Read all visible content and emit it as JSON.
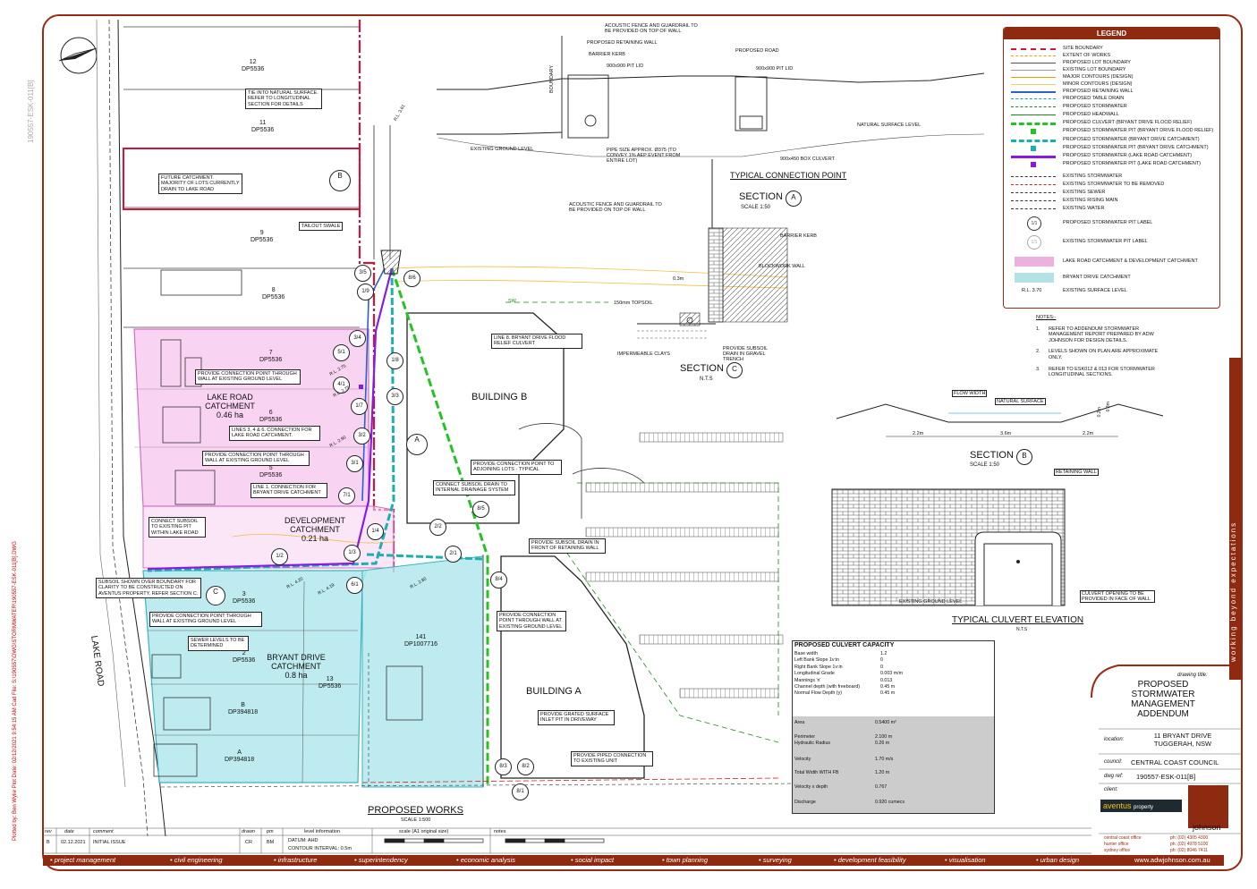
{
  "plan": {
    "lots": [
      {
        "num": "12",
        "dp": "DP5536"
      },
      {
        "num": "11",
        "dp": "DP5536"
      },
      {
        "num": "9",
        "dp": "DP5536"
      },
      {
        "num": "8",
        "dp": "DP5536"
      },
      {
        "num": "7",
        "dp": "DP5536"
      },
      {
        "num": "6",
        "dp": "DP5536"
      },
      {
        "num": "5",
        "dp": "DP5536"
      },
      {
        "num": "3",
        "dp": "DP5536"
      },
      {
        "num": "2",
        "dp": "DP5536"
      },
      {
        "num": "13",
        "dp": "DP5536"
      },
      {
        "num": "B",
        "dp": "DP394818"
      },
      {
        "num": "A",
        "dp": "DP394818"
      },
      {
        "num": "141",
        "dp": "DP1007716"
      }
    ],
    "catchments": {
      "lake_road": {
        "name": "LAKE ROAD CATCHMENT",
        "area": "0.46 ha"
      },
      "development": {
        "name": "DEVELOPMENT CATCHMENT",
        "area": "0.21 ha"
      },
      "bryant_drive": {
        "name": "BRYANT DRIVE CATCHMENT",
        "area": "0.8 ha"
      }
    },
    "buildings": {
      "b": "BUILDING B",
      "a": "BUILDING A"
    },
    "road": "LAKE ROAD",
    "title": "PROPOSED WORKS",
    "scale": "SCALE 1:500",
    "pit_labels": [
      "3/5",
      "1/9",
      "8/6",
      "3/4",
      "5/1",
      "1/8",
      "4/1",
      "3/3",
      "1/7",
      "3/2",
      "3/1",
      "7/1",
      "1/4",
      "2/2",
      "8/5",
      "1/3",
      "2/1",
      "1/2",
      "6/1",
      "8/4",
      "8/3",
      "8/2",
      "8/1"
    ],
    "rl_labels": [
      "R.L. 3.61",
      "R.L. 2.75",
      "R.L. 2.75",
      "R.L. 2.90",
      "R.L. 4.20",
      "R.L. 4.19",
      "R.L. 2.80"
    ],
    "section_markers": [
      "B",
      "A",
      "C"
    ],
    "callouts": [
      "TIE INTO NATURAL SURFACE. REFER TO LONGITUDINAL SECTION FOR DETAILS",
      "FUTURE CATCHMENT. MAJORITY OF LOTS CURRENTLY DRAIN TO LAKE ROAD",
      "TAILOUT SWALE",
      "PROVIDE CONNECTION POINT THROUGH WALL AT EXISTING GROUND LEVEL",
      "LINES 3, 4 & 6. CONNECTION FOR LAKE ROAD CATCHMENT.",
      "PROVIDE CONNECTION POINT THROUGH WALL AT EXISTING GROUND LEVEL",
      "LINE 1. CONNECTION FOR BRYANT DRIVE CATCHMENT",
      "CONNECT SUBSOIL TO EXISTING PIT WITHIN LAKE ROAD",
      "SUBSOIL SHOWN OVER BOUNDARY FOR CLARITY TO BE CONSTRUCTED ON AVENTUS PROPERTY. REFER SECTION C.",
      "PROVIDE CONNECTION POINT THROUGH WALL AT EXISTING GROUND LEVEL",
      "SEWER LEVELS TO BE DETERMINED",
      "LINE 8. BRYANT DRIVE FLOOD RELIEF CULVERT",
      "PROVIDE CONNECTION POINT TO ADJOINING LOTS - TYPICAL",
      "CONNECT SUBSOIL DRAIN TO INTERNAL DRAINAGE SYSTEM",
      "PROVIDE SUBSOIL DRAIN IN FRONT OF RETAINING WALL",
      "PROVIDE CONNECTION POINT THROUGH WALL AT EXISTING GROUND LEVEL",
      "PROVIDE GRATED SURFACE INLET PIT IN DRIVEWAY",
      "PROVIDE PIPED CONNECTION TO EXISTING UNIT"
    ]
  },
  "connection_detail": {
    "labels": [
      "ACOUSTIC FENCE AND GUARDRAIL TO BE PROVIDED ON TOP OF WALL",
      "PROPOSED RETAINING WALL",
      "BARRIER KERB",
      "900x900 PIT LID",
      "PROPOSED ROAD",
      "900x900 PIT LID",
      "BOUNDARY",
      "NATURAL SURFACE LEVEL",
      "EXISTING GROUND LEVEL",
      "PIPE SIZE APPROX. Ø375 (TO CONVEY 1% AEP EVENT FROM ENTIRE LOT)",
      "900x450 BOX CULVERT"
    ],
    "title": "TYPICAL CONNECTION POINT"
  },
  "section_a": {
    "title": "SECTION",
    "marker": "A",
    "scale": "SCALE 1:50",
    "labels": [
      "ACOUSTIC FENCE AND GUARDRAIL TO BE PROVIDED ON TOP OF WALL",
      "BARRIER KERB",
      "BLOCKWORK WALL",
      "0.3m",
      "150mm TOPSOIL",
      "PROVIDE SUBSOIL DRAIN IN GRAVEL TRENCH",
      "IMPERMEABLE CLAYS",
      "SW"
    ]
  },
  "section_c": {
    "title": "SECTION",
    "marker": "C",
    "scale": "N.T.S"
  },
  "section_b": {
    "title": "SECTION",
    "marker": "B",
    "scale": "SCALE 1:50",
    "labels": [
      "FLOW WIDTH",
      "NATURAL SURFACE",
      "2.2m",
      "3.6m",
      "2.2m",
      "0.2m",
      "0.3m"
    ]
  },
  "culvert_elevation": {
    "title": "TYPICAL CULVERT ELEVATION",
    "scale": "N.T.S",
    "labels": [
      "RETAINING WALL",
      "EXISTING GROUND LEVEL",
      "CULVERT OPENING TO BE PROVIDED IN FACE OF WALL"
    ]
  },
  "culvert_capacity": {
    "title": "PROPOSED CULVERT CAPACITY",
    "inputs": [
      {
        "label": "Base width",
        "value": "1.2"
      },
      {
        "label": "Left Bank Slope 1v:in",
        "value": "0"
      },
      {
        "label": "Right Bank Slope 1v:in",
        "value": "0"
      },
      {
        "label": "Longitudinal Grade",
        "value": "0.003 m/m"
      },
      {
        "label": "Mannings 'n'",
        "value": "0.013"
      },
      {
        "label": "Channel depth (with freeboard)",
        "value": "0.45 m"
      },
      {
        "label": "Normal Flow Depth (y)",
        "value": "0.45 m"
      }
    ],
    "results": [
      {
        "label": "Area",
        "value": "0.5400 m²"
      },
      {
        "label": "Perimeter",
        "value": "2.100 m"
      },
      {
        "label": "Hydraulic Radius",
        "value": "0.26 m"
      },
      {
        "label": "Velocity",
        "value": "1.70 m/s"
      },
      {
        "label": "Total Width WITH FB",
        "value": "1.20 m"
      },
      {
        "label": "Velocity x depth",
        "value": "0.767"
      },
      {
        "label": "Discharge",
        "value": "0.920 cumecs"
      }
    ]
  },
  "legend": {
    "title": "LEGEND",
    "items": [
      {
        "label": "SITE BOUNDARY",
        "color": "#d0143c",
        "style": "dashdot",
        "w": 2
      },
      {
        "label": "EXTENT OF WORKS",
        "color": "#e8a000",
        "style": "dash",
        "w": 1
      },
      {
        "label": "PROPOSED LOT BOUNDARY",
        "color": "#555",
        "style": "solid",
        "w": 1
      },
      {
        "label": "EXISTING LOT BOUNDARY",
        "color": "#999",
        "style": "solid",
        "w": 1
      },
      {
        "label": "MAJOR CONTOURS (DESIGN)",
        "color": "#e8a000",
        "style": "solid",
        "w": 1
      },
      {
        "label": "MINOR CONTOURS (DESIGN)",
        "color": "#f2cc66",
        "style": "solid",
        "w": 1
      },
      {
        "label": "PROPOSED RETAINING WALL",
        "color": "#2a62c9",
        "style": "solid",
        "w": 2
      },
      {
        "label": "PROPOSED TABLE DRAIN",
        "color": "#17a5a5",
        "style": "dash",
        "w": 1
      },
      {
        "label": "PROPOSED STORMWATER",
        "color": "#1a8c1a",
        "style": "dash",
        "w": 1
      },
      {
        "label": "PROPOSED HEADWALL",
        "color": "#1a8c1a",
        "style": "solid",
        "w": 1
      },
      {
        "label": "PROPOSED CULVERT (BRYANT DRIVE FLOOD RELIEF)",
        "color": "#21c421",
        "style": "dash",
        "w": 3
      },
      {
        "label": "PROPOSED STORMWATER PIT (BRYANT DRIVE FLOOD RELIEF)",
        "color": "#21c421",
        "style": "box",
        "w": 1
      },
      {
        "label": "PROPOSED STORMWATER (BRYANT DRIVE CATCHMENT)",
        "color": "#1ab0b0",
        "style": "dash",
        "w": 3
      },
      {
        "label": "PROPOSED STORMWATER PIT (BRYANT DRIVE CATCHMENT)",
        "color": "#1ab0b0",
        "style": "box",
        "w": 1
      },
      {
        "label": "PROPOSED STORMWATER (LAKE ROAD CATCHMENT)",
        "color": "#8a1ae0",
        "style": "solid",
        "w": 3
      },
      {
        "label": "PROPOSED STORMWATER PIT (LAKE ROAD CATCHMENT)",
        "color": "#8a1ae0",
        "style": "box",
        "w": 1
      },
      {
        "label": "EXISTING STORMWATER",
        "color": "#333",
        "style": "dash",
        "w": 1
      },
      {
        "label": "EXISTING STORMWATER TO BE REMOVED",
        "color": "#c22",
        "style": "dash",
        "w": 1
      },
      {
        "label": "EXISTING SEWER",
        "color": "#333",
        "style": "dash",
        "w": 1
      },
      {
        "label": "EXISTING RISING MAIN",
        "color": "#333",
        "style": "dash",
        "w": 1
      },
      {
        "label": "EXISTING WATER",
        "color": "#333",
        "style": "dash",
        "w": 1
      },
      {
        "label": "PROPOSED STORMWATER PIT LABEL",
        "color": "#333",
        "style": "circle",
        "w": 1
      },
      {
        "label": "EXISTING STORMWATER PIT LABEL",
        "color": "#aaa",
        "style": "circle",
        "w": 1
      },
      {
        "label": "LAKE ROAD CATCHMENT & DEVELOPMENT CATCHMENT",
        "color": "#e8a0d8",
        "style": "fill",
        "w": 1
      },
      {
        "label": "BRYANT DRIVE CATCHMENT",
        "color": "#a0dbe0",
        "style": "fill",
        "w": 1
      },
      {
        "label": "EXISTING SURFACE LEVEL",
        "color": "#333",
        "style": "text",
        "w": 1
      }
    ],
    "sample_labels": {
      "pit_label": "1/1",
      "level": "R.L. 3.70"
    }
  },
  "notes": {
    "title": "NOTES:-",
    "items": [
      {
        "n": "1.",
        "text": "REFER TO ADDENDUM STORMWATER MANAGEMENT REPORT PREPARED BY ADW JOHNSON FOR DESIGN DETAILS."
      },
      {
        "n": "2.",
        "text": "LEVELS SHOWN ON PLAN ARE APPROXIMATE ONLY."
      },
      {
        "n": "3.",
        "text": "REFER TO ESK012 & 013 FOR STORMWATER LONGITUDINAL SECTIONS."
      }
    ]
  },
  "title_block": {
    "drawing_title_label": "drawing title:",
    "drawing_title": [
      "PROPOSED",
      "STORMWATER",
      "MANAGEMENT",
      "ADDENDUM"
    ],
    "location_label": "location:",
    "location": [
      "11 BRYANT DRIVE",
      "TUGGERAH, NSW"
    ],
    "council_label": "council:",
    "council": "CENTRAL COAST COUNCIL",
    "dwg_ref_label": "dwg ref:",
    "dwg_ref": "190557-ESK-011[B]",
    "client_label": "client:",
    "client": "aventus",
    "client_sub": "property",
    "brand": "johnson",
    "offices": [
      {
        "name": "central coast office",
        "ph": "ph: (02) 4305 4300"
      },
      {
        "name": "hunter office",
        "ph": "ph: (02) 4978 5100"
      },
      {
        "name": "sydney office",
        "ph": "ph: (02) 8046 7411"
      }
    ]
  },
  "revision": {
    "headers": [
      "rev",
      "date",
      "comment",
      "drawn",
      "pm"
    ],
    "rows": [
      {
        "rev": "B",
        "date": "02.12.2021",
        "comment": "INITIAL ISSUE",
        "drawn": "CR",
        "pm": "BM"
      }
    ],
    "level_info_label": "level information",
    "datum": "DATUM: AHD",
    "contour": "CONTOUR INTERVAL: 0.5m",
    "scale_label": "scale (A1 original size)",
    "notes_label": "notes"
  },
  "footer": {
    "items": [
      "project management",
      "civil engineering",
      "infrastructure",
      "superintendency",
      "economic analysis",
      "social impact",
      "town planning",
      "surveying",
      "development feasibility",
      "visualisation",
      "urban design"
    ],
    "website": "www.adwjohnson.com.au"
  },
  "side": {
    "tagline": "working beyond expectations",
    "ref": "190557-ESK-011[B]",
    "plot_info": "Plotted by: Ben Wylie  Plot Date: 02/12/2021 9:54:15 AM  Cad File: S:\\190557\\DWG\\STORMWATER\\190557-ESK-011[B].DWG"
  }
}
